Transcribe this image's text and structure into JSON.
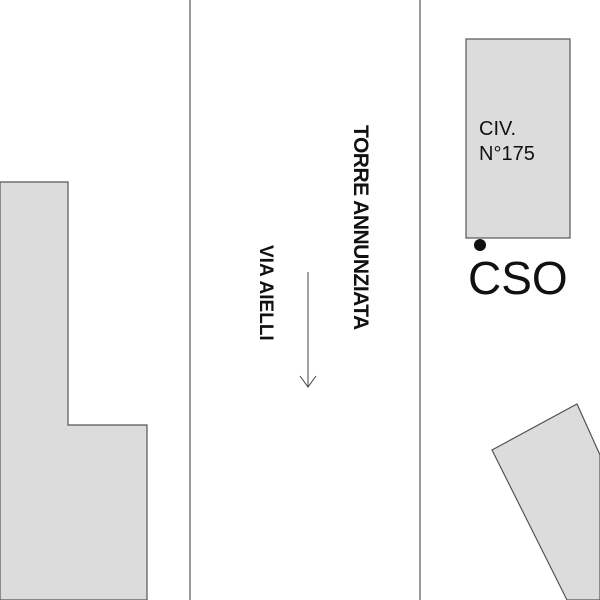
{
  "streets": {
    "main": "TORRE ANNUNZIATA",
    "side": "VIA AIELLI"
  },
  "building": {
    "label_line1": "CIV.",
    "label_line2": "N°175"
  },
  "marker": {
    "label": "CSO"
  },
  "colors": {
    "building_fill": "#dcdcdc",
    "outline": "#555555",
    "text": "#111111"
  }
}
